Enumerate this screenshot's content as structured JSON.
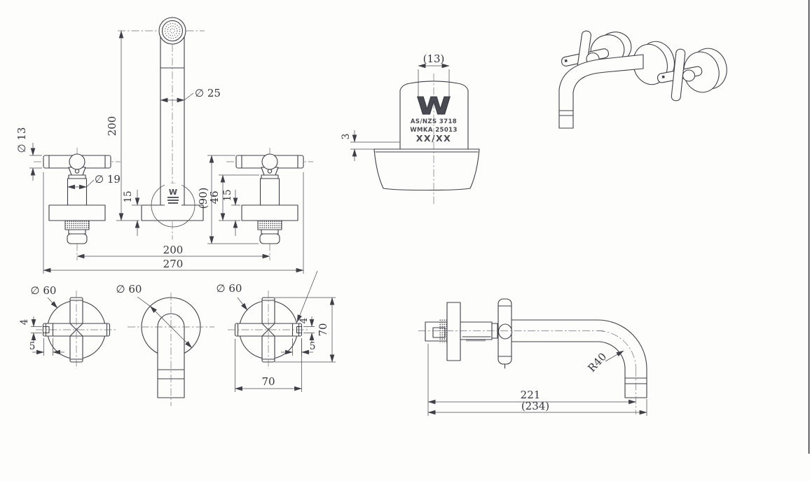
{
  "drawing": {
    "type": "wall-mounted cross-handle bath tap set, dimensioned engineering drawing",
    "front_view": {
      "handle_bar_dia": "∅ 13",
      "stem_dia": "∅ 19",
      "spout_dia": "∅ 25",
      "spout_height": "200",
      "spout_flange_thk": "15",
      "handle_overall": "(90)",
      "handle_body": "46",
      "handle_flange_thk": "15",
      "handle_centres": "200",
      "overall_width": "270"
    },
    "watermark_detail": {
      "logo_width": "(13)",
      "mark_depth": "3",
      "logo": "W",
      "standard": "AS/NZS 3718",
      "licence": "WMKA 25013",
      "batch": "XX/XX"
    },
    "plan_views": {
      "left_flange_dia": "∅ 60",
      "mid_flange_dia": "∅ 60",
      "right_flange_dia": "∅ 60",
      "left_notch_w": "4",
      "left_notch_d": "5",
      "right_notch_w": "4",
      "right_notch_d": "5",
      "handle_width": "70",
      "handle_height": "70"
    },
    "side_view": {
      "bend_radius": "R40",
      "reach": "221",
      "overall_reach": "(234)"
    }
  }
}
